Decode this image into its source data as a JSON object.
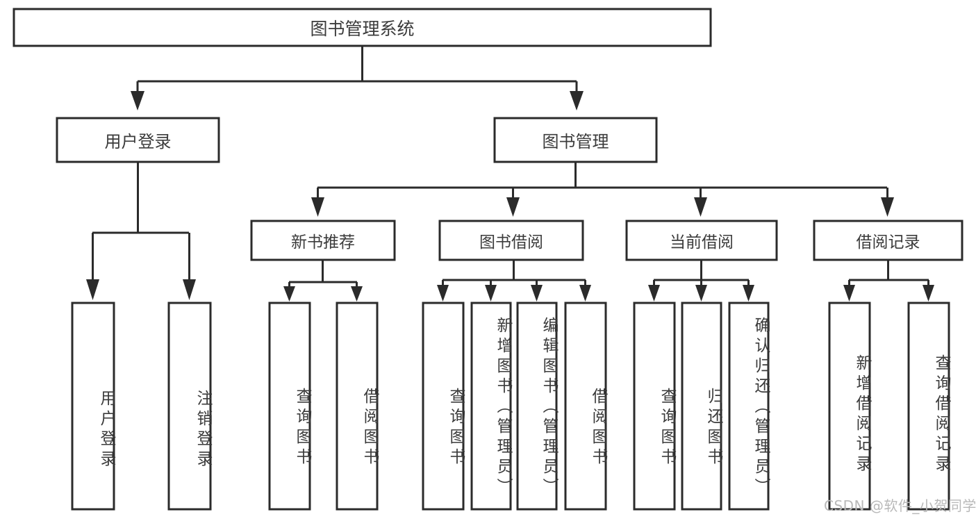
{
  "diagram": {
    "type": "tree-hierarchy",
    "title": "图书管理系统",
    "watermark": "CSDN @软件_小贺同学",
    "colors": {
      "stroke": "#2b2b2b",
      "fill": "#ffffff",
      "text": "#3b3b3b",
      "watermark": "#b9b9b9",
      "background": "#ffffff"
    },
    "root": {
      "id": "root",
      "label": "图书管理系统",
      "orientation": "horizontal"
    },
    "level2": [
      {
        "id": "user-login",
        "label": "用户登录",
        "orientation": "horizontal"
      },
      {
        "id": "book-management",
        "label": "图书管理",
        "orientation": "horizontal"
      }
    ],
    "level3": [
      {
        "id": "new-book-recommend",
        "label": "新书推荐",
        "orientation": "horizontal",
        "parent": "book-management"
      },
      {
        "id": "book-borrow",
        "label": "图书借阅",
        "orientation": "horizontal",
        "parent": "book-management"
      },
      {
        "id": "current-borrow",
        "label": "当前借阅",
        "orientation": "horizontal",
        "parent": "book-management"
      },
      {
        "id": "borrow-record",
        "label": "借阅记录",
        "orientation": "horizontal",
        "parent": "book-management"
      }
    ],
    "leaves": [
      {
        "id": "leaf-user-login",
        "label": "用户登录",
        "orientation": "vertical",
        "parent": "user-login"
      },
      {
        "id": "leaf-user-logout",
        "label": "注销登录",
        "orientation": "vertical",
        "parent": "user-login"
      },
      {
        "id": "leaf-query-book-1",
        "label": "查询图书",
        "orientation": "vertical",
        "parent": "new-book-recommend"
      },
      {
        "id": "leaf-borrow-book-1",
        "label": "借阅图书",
        "orientation": "vertical",
        "parent": "new-book-recommend"
      },
      {
        "id": "leaf-query-book-2",
        "label": "查询图书",
        "orientation": "vertical",
        "parent": "book-borrow"
      },
      {
        "id": "leaf-add-book",
        "label": "新增图书（管理员）",
        "orientation": "vertical",
        "parent": "book-borrow"
      },
      {
        "id": "leaf-edit-book",
        "label": "编辑图书（管理员）",
        "orientation": "vertical",
        "parent": "book-borrow"
      },
      {
        "id": "leaf-borrow-book-2",
        "label": "借阅图书",
        "orientation": "vertical",
        "parent": "book-borrow"
      },
      {
        "id": "leaf-query-book-3",
        "label": "查询图书",
        "orientation": "vertical",
        "parent": "current-borrow"
      },
      {
        "id": "leaf-return-book",
        "label": "归还图书",
        "orientation": "vertical",
        "parent": "current-borrow"
      },
      {
        "id": "leaf-confirm-return",
        "label": "确认归还（管理员）",
        "orientation": "vertical",
        "parent": "current-borrow"
      },
      {
        "id": "leaf-add-record",
        "label": "新增借阅记录",
        "orientation": "vertical",
        "parent": "borrow-record"
      },
      {
        "id": "leaf-query-record",
        "label": "查询借阅记录",
        "orientation": "vertical",
        "parent": "borrow-record"
      }
    ]
  }
}
